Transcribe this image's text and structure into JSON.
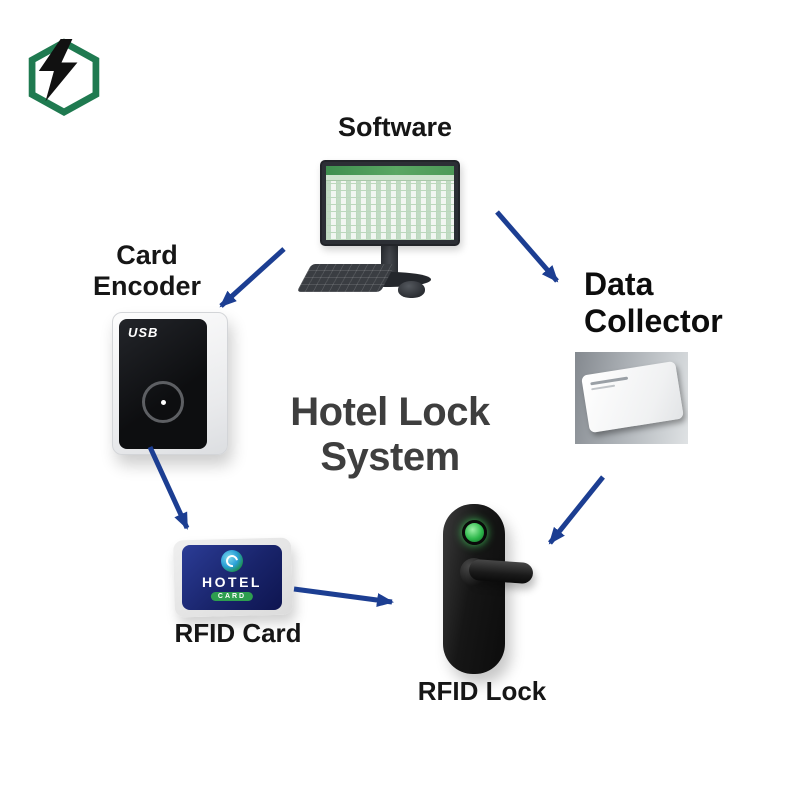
{
  "title": "Hotel Lock System",
  "nodes": {
    "software": {
      "label": "Software"
    },
    "card_encoder": {
      "line1": "Card",
      "line2": "Encoder"
    },
    "data_collector": {
      "line1": "Data",
      "line2": "Collector"
    },
    "rfid_card": {
      "label": "RFID Card"
    },
    "rfid_lock": {
      "label": "RFID Lock"
    }
  },
  "devices": {
    "encoder_brand": "USB",
    "card_brand_line1": "HOTEL",
    "card_brand_line2": "CARD"
  },
  "colors": {
    "arrow": "#1c3e92",
    "title_text": "#3e3e3e",
    "label_text": "#161616",
    "card_navy": "#19246b",
    "logo_green": "#1f7a50",
    "lock_indicator_green": "#2db84b"
  }
}
